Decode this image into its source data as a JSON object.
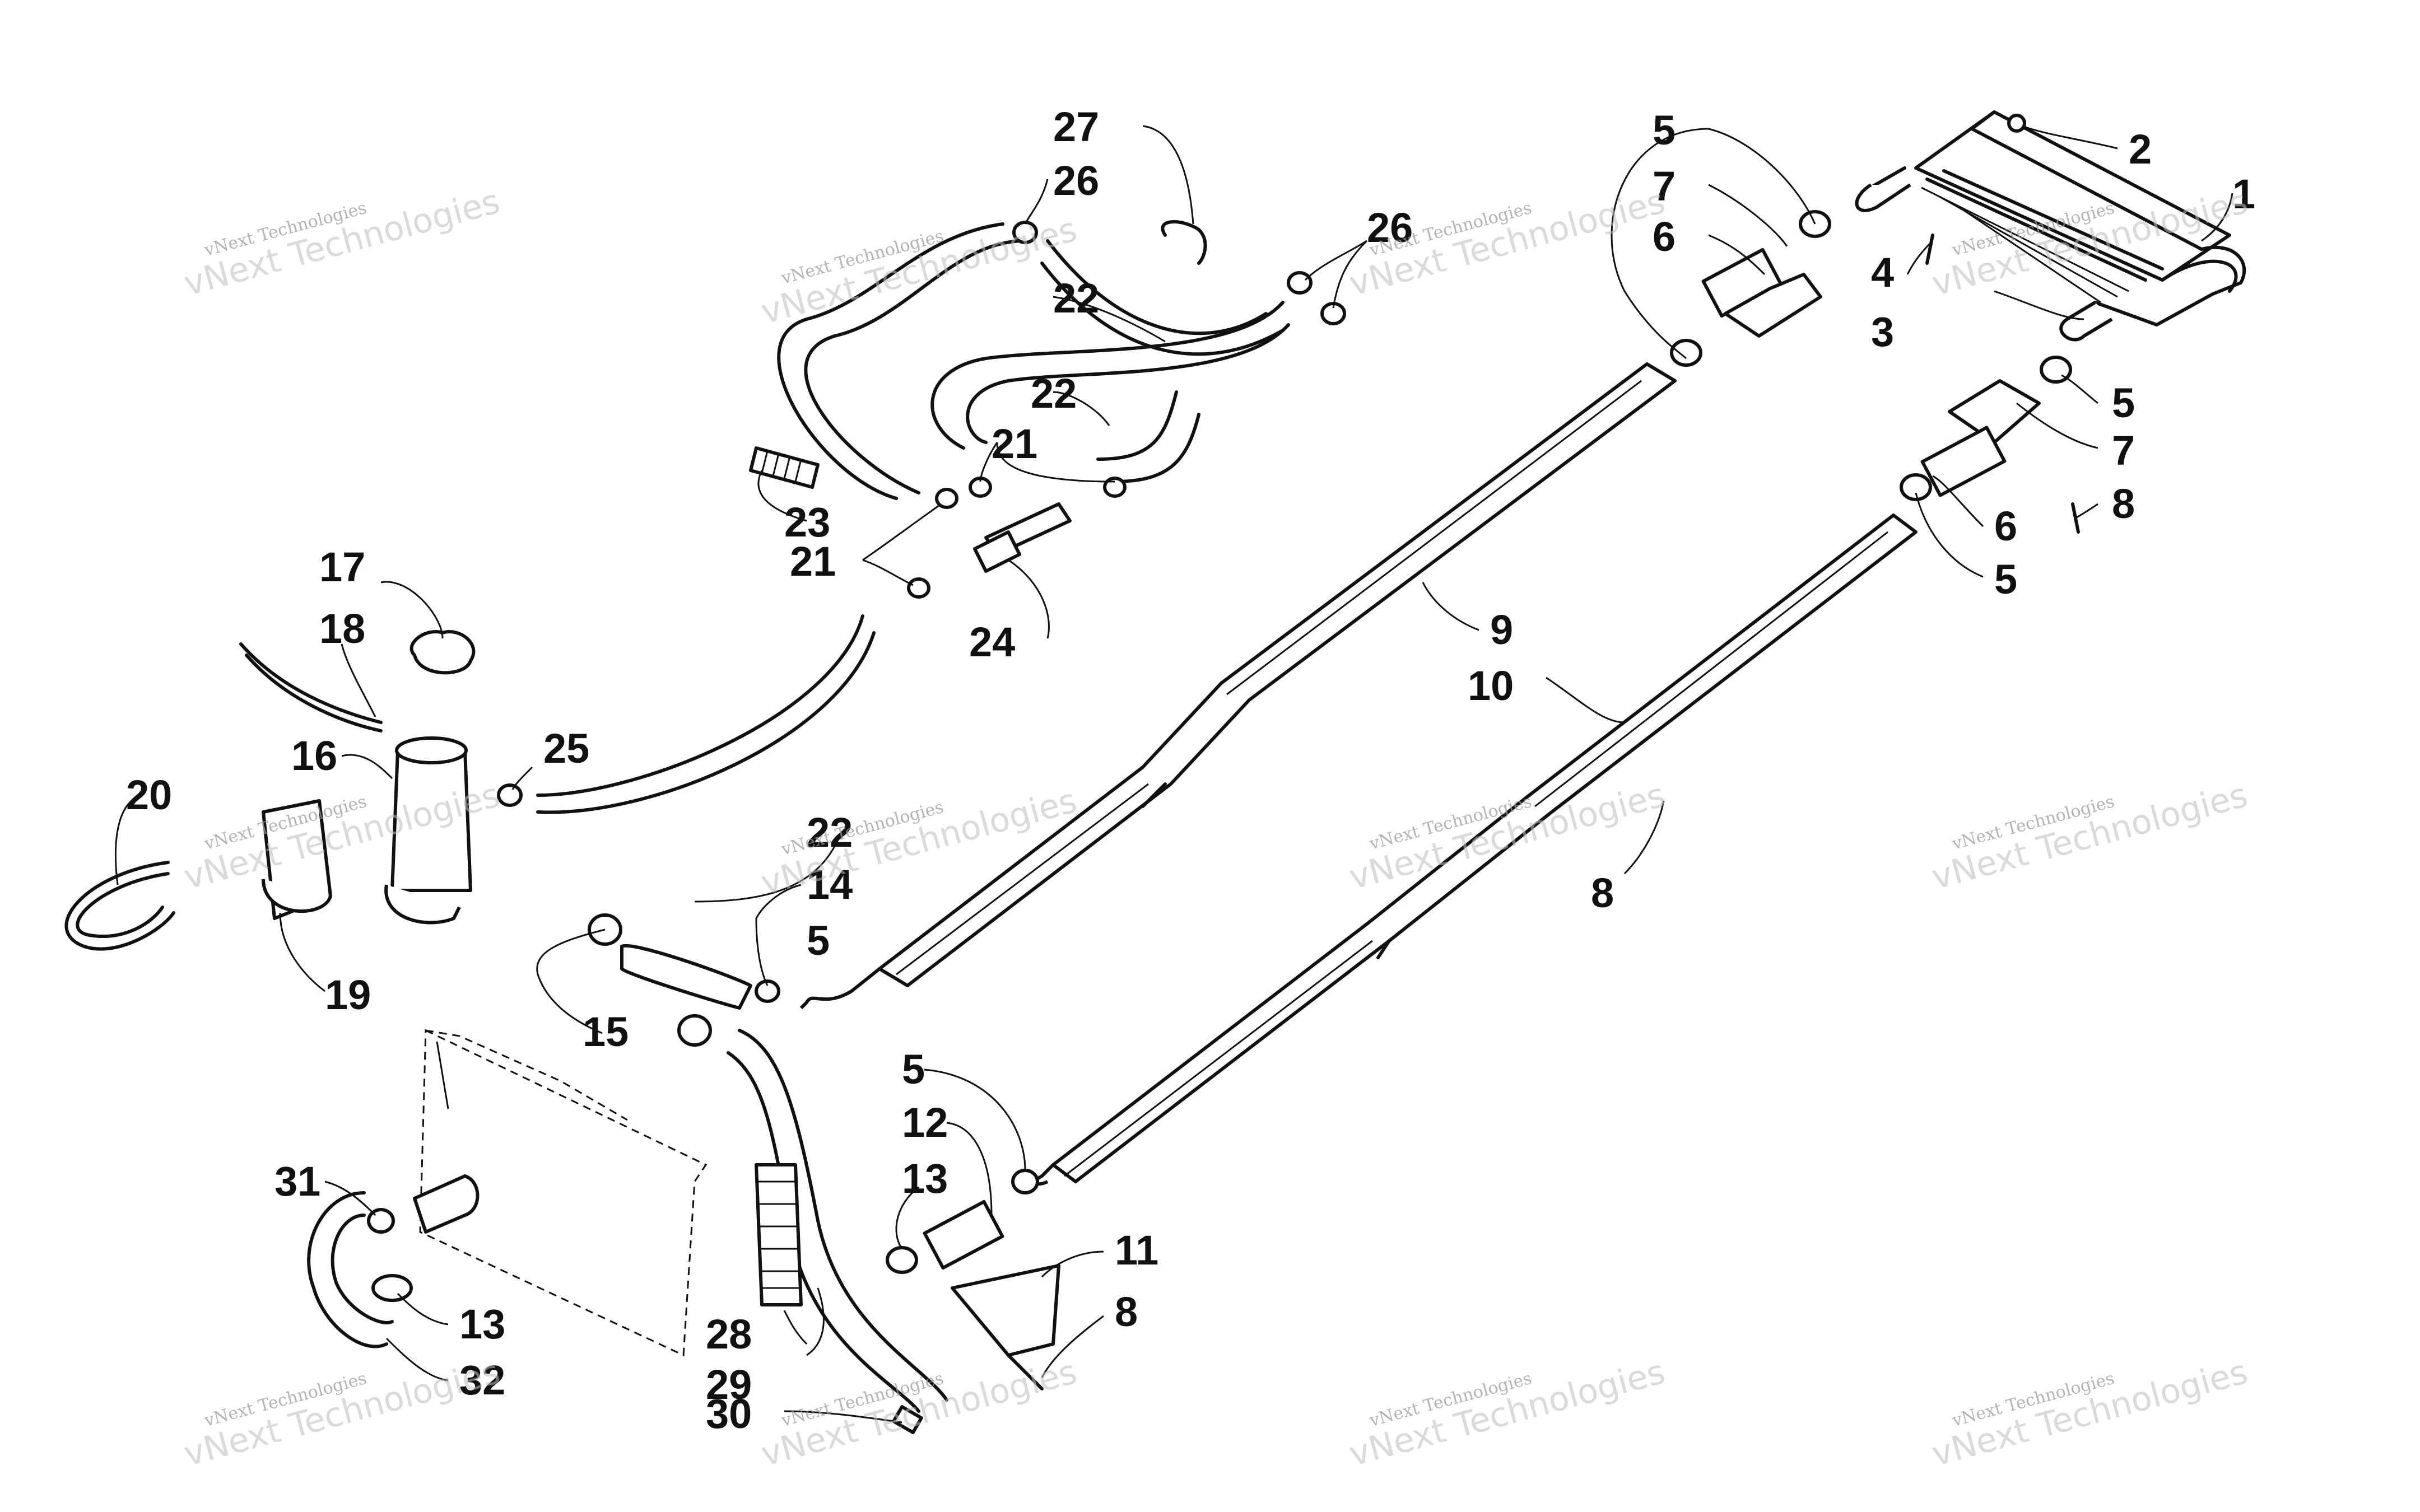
{
  "callouts": [
    {
      "label": "1"
    },
    {
      "label": "2"
    },
    {
      "label": "3"
    },
    {
      "label": "4"
    },
    {
      "label": "5"
    },
    {
      "label": "7"
    },
    {
      "label": "6"
    },
    {
      "label": "5"
    },
    {
      "label": "7"
    },
    {
      "label": "8"
    },
    {
      "label": "6"
    },
    {
      "label": "5"
    },
    {
      "label": "9"
    },
    {
      "label": "10"
    },
    {
      "label": "8"
    },
    {
      "label": "27"
    },
    {
      "label": "26"
    },
    {
      "label": "26"
    },
    {
      "label": "22"
    },
    {
      "label": "22"
    },
    {
      "label": "21"
    },
    {
      "label": "21"
    },
    {
      "label": "23"
    },
    {
      "label": "24"
    },
    {
      "label": "17"
    },
    {
      "label": "18"
    },
    {
      "label": "16"
    },
    {
      "label": "25"
    },
    {
      "label": "20"
    },
    {
      "label": "19"
    },
    {
      "label": "22"
    },
    {
      "label": "14"
    },
    {
      "label": "5"
    },
    {
      "label": "15"
    },
    {
      "label": "5"
    },
    {
      "label": "12"
    },
    {
      "label": "13"
    },
    {
      "label": "11"
    },
    {
      "label": "8"
    },
    {
      "label": "31"
    },
    {
      "label": "13"
    },
    {
      "label": "32"
    },
    {
      "label": "28"
    },
    {
      "label": "29"
    },
    {
      "label": "30"
    }
  ],
  "watermark": {
    "small": "vNext Technologies",
    "big": "vNext Technologies"
  },
  "colors": {
    "ink": "#111111",
    "background": "#ffffff",
    "watermark": "#b0b0b0"
  }
}
